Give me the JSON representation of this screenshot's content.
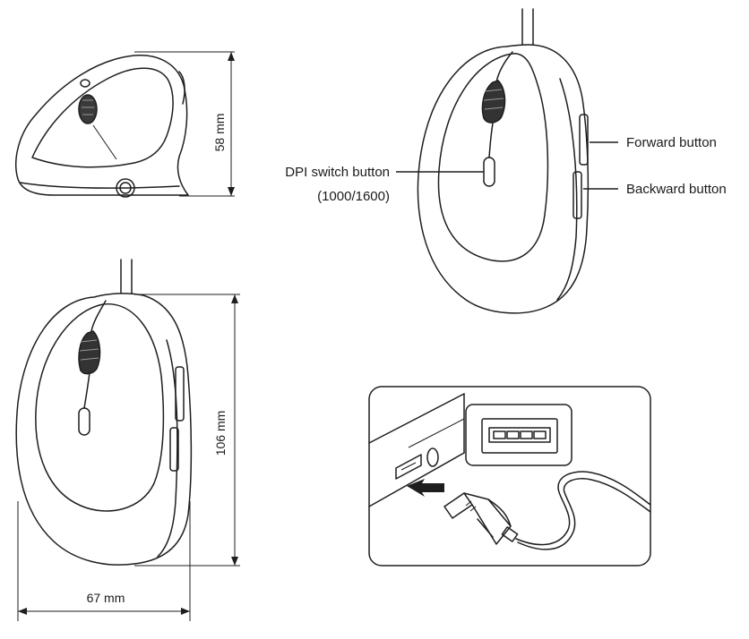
{
  "dimensions": {
    "height": "58 mm",
    "length": "106 mm",
    "width": "67 mm"
  },
  "labels": {
    "forward": "Forward button",
    "backward": "Backward button",
    "dpi": "DPI switch button",
    "dpi_values": "(1000/1600)"
  }
}
